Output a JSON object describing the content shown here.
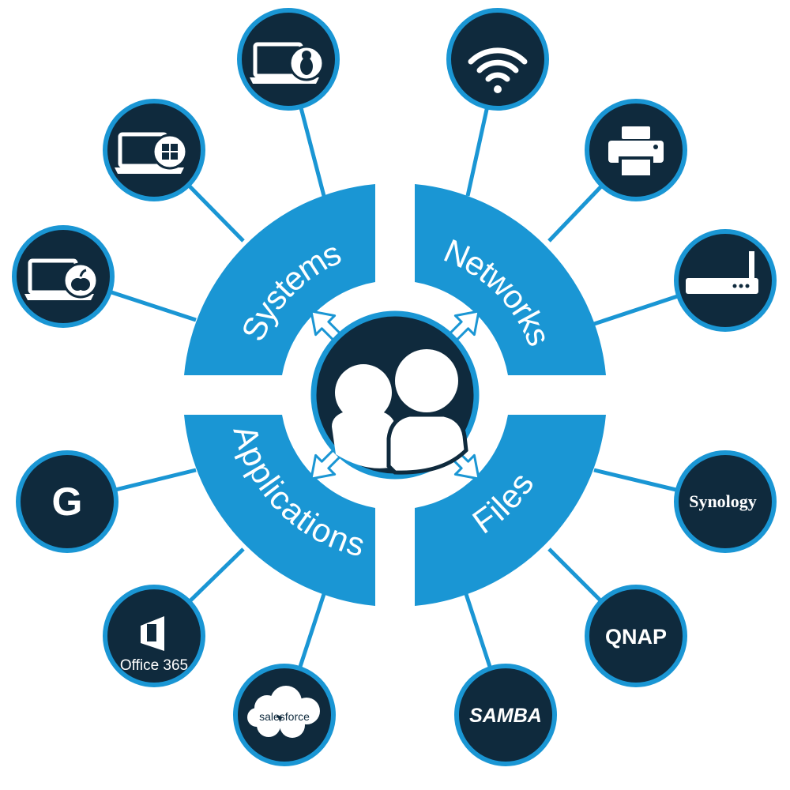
{
  "colors": {
    "blue": "#1a96d4",
    "navy": "#0f2a3d",
    "white": "#ffffff"
  },
  "hub": {
    "icon": "users-icon"
  },
  "segments": [
    {
      "key": "systems",
      "label": "Systems"
    },
    {
      "key": "networks",
      "label": "Networks"
    },
    {
      "key": "applications",
      "label": "Applications"
    },
    {
      "key": "files",
      "label": "Files"
    }
  ],
  "nodes": {
    "linux": {
      "icon": "linux-laptop-icon"
    },
    "windows": {
      "icon": "windows-laptop-icon"
    },
    "mac": {
      "icon": "apple-laptop-icon"
    },
    "wifi": {
      "icon": "wifi-icon"
    },
    "printer": {
      "icon": "printer-icon"
    },
    "router": {
      "icon": "router-icon"
    },
    "google": {
      "icon": "google-icon",
      "text": "G"
    },
    "office365": {
      "icon": "office-icon",
      "text": "Office 365"
    },
    "salesforce": {
      "icon": "salesforce-cloud-icon",
      "text": "salesforce"
    },
    "synology": {
      "icon": "synology-icon",
      "text": "Synology"
    },
    "qnap": {
      "icon": "qnap-icon",
      "text": "QNAP"
    },
    "samba": {
      "icon": "samba-icon",
      "text": "SAMBA"
    }
  }
}
